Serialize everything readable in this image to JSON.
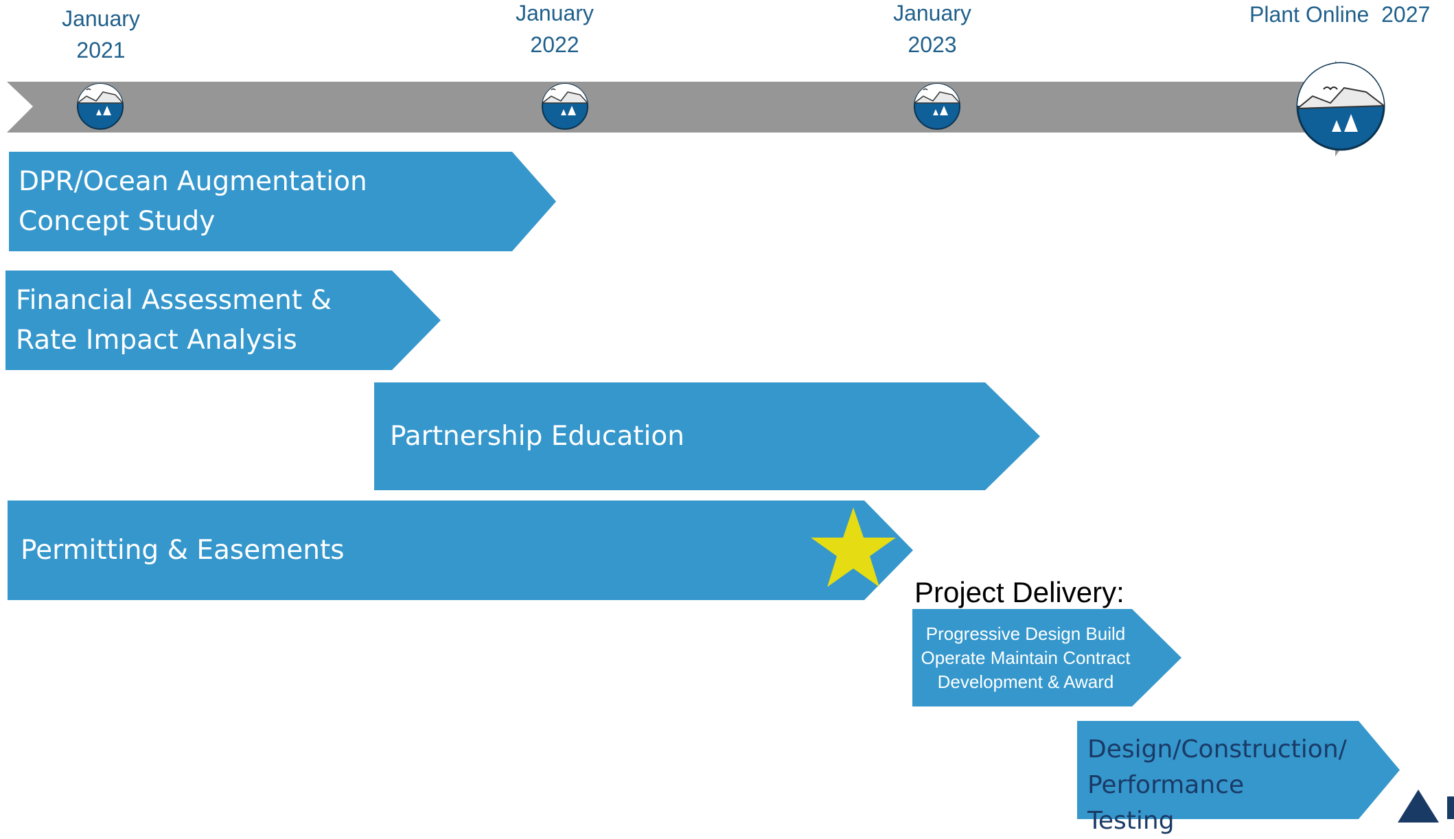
{
  "timeline": {
    "labels": [
      {
        "line1": "January",
        "line2": "2021"
      },
      {
        "line1": "January",
        "line2": "2022"
      },
      {
        "line1": "January",
        "line2": "2023"
      }
    ],
    "end_label": "Plant Online  2027",
    "milestone_icon": "coastal-cliff-bird-icon"
  },
  "tasks": [
    {
      "label": "DPR/Ocean Augmentation\nConcept  Study"
    },
    {
      "label": "Financial Assessment &\nRate Impact Analysis"
    },
    {
      "label": "Partnership Education"
    },
    {
      "label": "Permitting & Easements"
    },
    {
      "label": "Progressive Design Build\nOperate Maintain Contract\nDevelopment & Award"
    },
    {
      "label": "Design/Construction/ Performance\nTesting"
    }
  ],
  "project_delivery": {
    "heading": "Project Delivery:"
  },
  "marker": {
    "icon": "star-icon",
    "color": "#e6dc14"
  },
  "colors": {
    "timeline_bar": "#969696",
    "task_blue": "#3597cc",
    "label_blue": "#1f5f8b",
    "final_task_text": "#1a3a66"
  }
}
